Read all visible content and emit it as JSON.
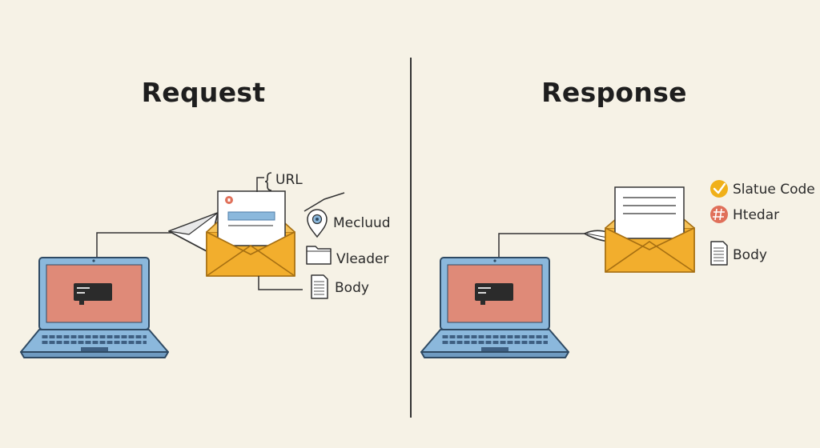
{
  "request": {
    "title": "Request",
    "labels": {
      "url": "URL",
      "method": "Mecluud",
      "header": "Vleader",
      "body": "Body"
    }
  },
  "response": {
    "title": "Response",
    "labels": {
      "status": "Slatue Code",
      "header": "Htedar",
      "body": "Body"
    }
  },
  "colors": {
    "background": "#f6f2e6",
    "envelope": "#f2ae2d",
    "laptop_screen": "#df8a78",
    "laptop_frame": "#8bb8dc",
    "status_badge": "#f0b019",
    "header_badge": "#e0705a",
    "line": "#333333"
  },
  "icons": {
    "url": "bracket-icon",
    "method": "location-pin-icon",
    "request_header": "folder-icon",
    "request_body": "document-icon",
    "status": "checkmark-icon",
    "response_header": "hash-icon",
    "response_body": "document-icon"
  }
}
